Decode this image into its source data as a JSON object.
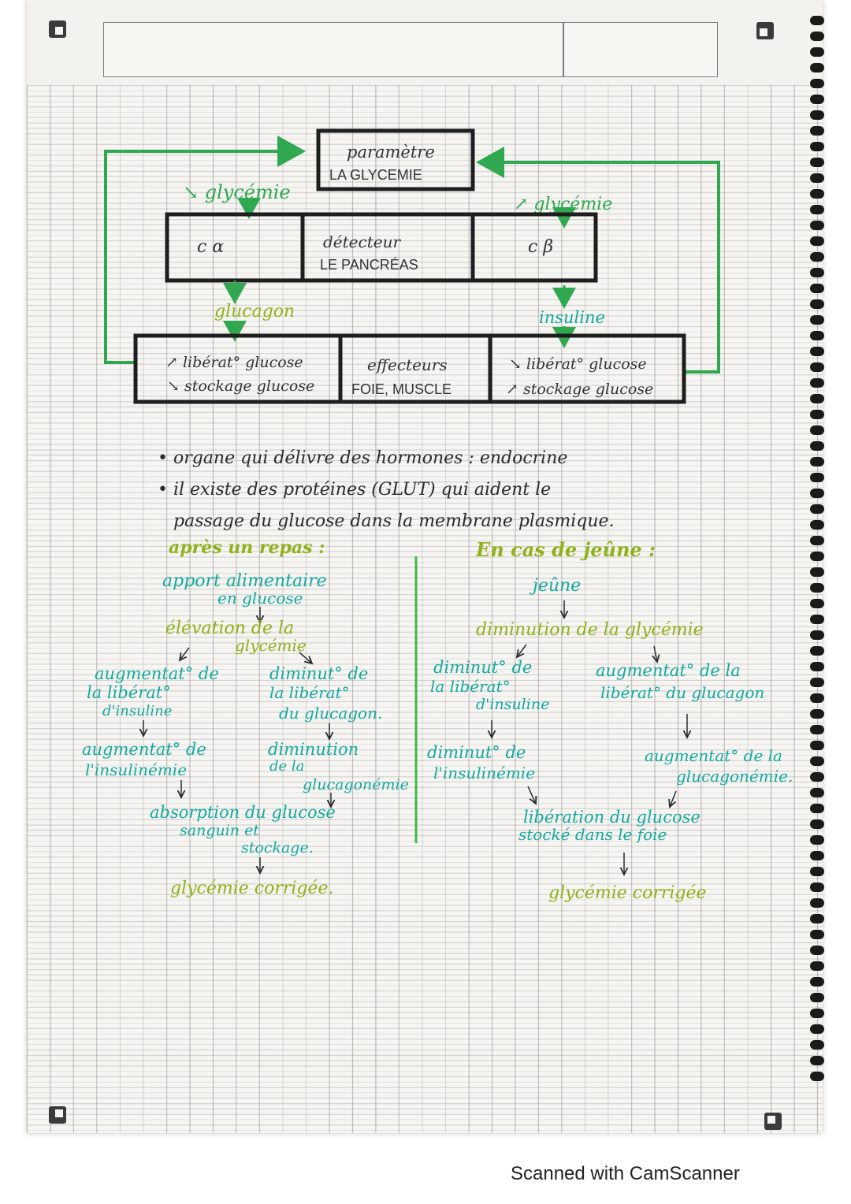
{
  "colors": {
    "box_border": "#1e1e1e",
    "loop_arrow": "#2fa84f",
    "teal_ink": "#13a9a0",
    "olive_ink": "#8fb21a",
    "dark_ink": "#2b2b2b"
  },
  "diagram": {
    "parameter_box": {
      "line1": "paramètre",
      "line2": "LA GLYCEMIE"
    },
    "glycemia_down": "↘ glycémie",
    "glycemia_up": "↗ glycémie",
    "cell_alpha": "c α",
    "detector": {
      "line1": "détecteur",
      "line2": "LE PANCRÉAS"
    },
    "cell_beta": "c β",
    "glucagon": "glucagon",
    "insuline": "insuline",
    "effect_left": {
      "line1": "↗ libérat° glucose",
      "line2": "↘ stockage glucose"
    },
    "effectors": {
      "line1": "effecteurs",
      "line2": "FOIE, MUSCLE"
    },
    "effect_right": {
      "line1": "↘ libérat° glucose",
      "line2": "↗ stockage glucose"
    }
  },
  "notes": {
    "bullet1": "• organe qui délivre des hormones : endocrine",
    "bullet2_line1": "• il existe des protéines (GLUT) qui aident le",
    "bullet2_line2": "passage du glucose dans la membrane plasmique."
  },
  "after_meal": {
    "heading": "après un repas :",
    "n1a": "apport alimentaire",
    "n1b": "en glucose",
    "n2a": "élévation de la",
    "n2b": "glycémie",
    "l1a": "augmentat° de",
    "l1b": "la libérat°",
    "l1c": "d'insuline",
    "r1a": "diminut° de",
    "r1b": "la libérat°",
    "r1c": "du glucagon.",
    "l2a": "augmentat° de",
    "l2b": "l'insulinémie",
    "r2a": "diminution",
    "r2b": "de la",
    "r2c": "glucagonémie",
    "m3a": "absorption du glucose",
    "m3b": "sanguin et",
    "m3c": "stockage.",
    "result": "glycémie corrigée."
  },
  "fasting": {
    "heading": "En cas de jeûne :",
    "n1": "jeûne",
    "n2": "diminution de la glycémie",
    "l1a": "diminut° de",
    "l1b": "la libérat°",
    "l1c": "d'insuline",
    "r1a": "augmentat° de la",
    "r1b": "libérat° du glucagon",
    "l2a": "diminut° de",
    "l2b": "l'insulinémie",
    "r2a": "augmentat° de la",
    "r2b": "glucagonémie.",
    "m3a": "libération du glucose",
    "m3b": "stocké dans le foie",
    "result": "glycémie corrigée"
  },
  "footer": {
    "scanner_label": "Scanned with CamScanner"
  }
}
